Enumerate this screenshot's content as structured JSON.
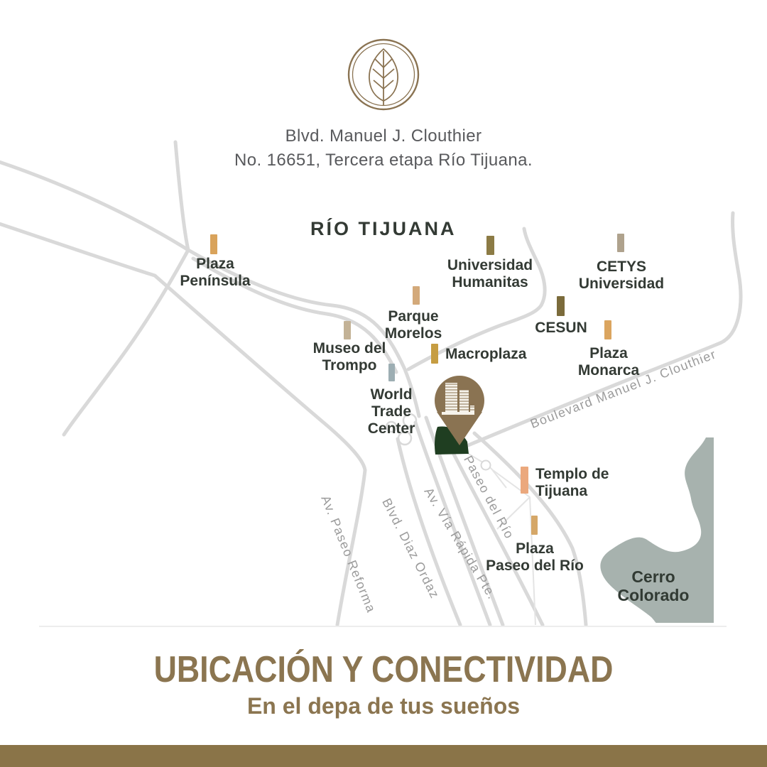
{
  "brand": {
    "logo_icon": "leaf-in-double-circle",
    "logo_color": "#8A7352",
    "address_line1": "Blvd. Manuel J. Clouthier",
    "address_line2": "No. 16651, Tercera etapa Río Tijuana."
  },
  "map": {
    "region_label": "RÍO TIJUANA",
    "label_color": "#333A34",
    "road_color": "#D9D9D9",
    "road_label_color": "#9B9B9B",
    "pois": [
      {
        "name": "Plaza\nPenínsula",
        "bar_color": "#D9A35B"
      },
      {
        "name": "Universidad\nHumanitas",
        "bar_color": "#8C7B45"
      },
      {
        "name": "CETYS\nUniversidad",
        "bar_color": "#AFA28D"
      },
      {
        "name": "Parque\nMorelos",
        "bar_color": "#D3A97A"
      },
      {
        "name": "Museo del\nTrompo",
        "bar_color": "#C3B296"
      },
      {
        "name": "CESUN",
        "bar_color": "#7B6B3B"
      },
      {
        "name": "Plaza\nMonarca",
        "bar_color": "#DBA55F"
      },
      {
        "name": "Macroplaza",
        "bar_color": "#C69D42"
      },
      {
        "name": "World\nTrade\nCenter",
        "bar_color": "#9DAEB3"
      },
      {
        "name": "Templo de\nTijuana",
        "bar_color": "#EBA87D"
      },
      {
        "name": "Plaza\nPaseo del Río",
        "bar_color": "#D5A768"
      }
    ],
    "road_labels": [
      "Boulevard Manuel J. Clouthier",
      "Paseo del Río",
      "Av. Vía Rápida Pte.",
      "Blvd. Diaz Ordaz",
      "Av. Paseo Reforma"
    ],
    "terrain": {
      "name": "Cerro\nColorado",
      "color": "#A7B2AE"
    },
    "site": {
      "pin_icon": "building-towers",
      "pin_color": "#8A7352",
      "lot_color": "#1F3E21"
    }
  },
  "footer": {
    "title": "UBICACIÓN Y CONECTIVIDAD",
    "subtitle": "En el depa de tus sueños",
    "accent_color": "#8B7550",
    "bar_color": "#8A7448"
  }
}
